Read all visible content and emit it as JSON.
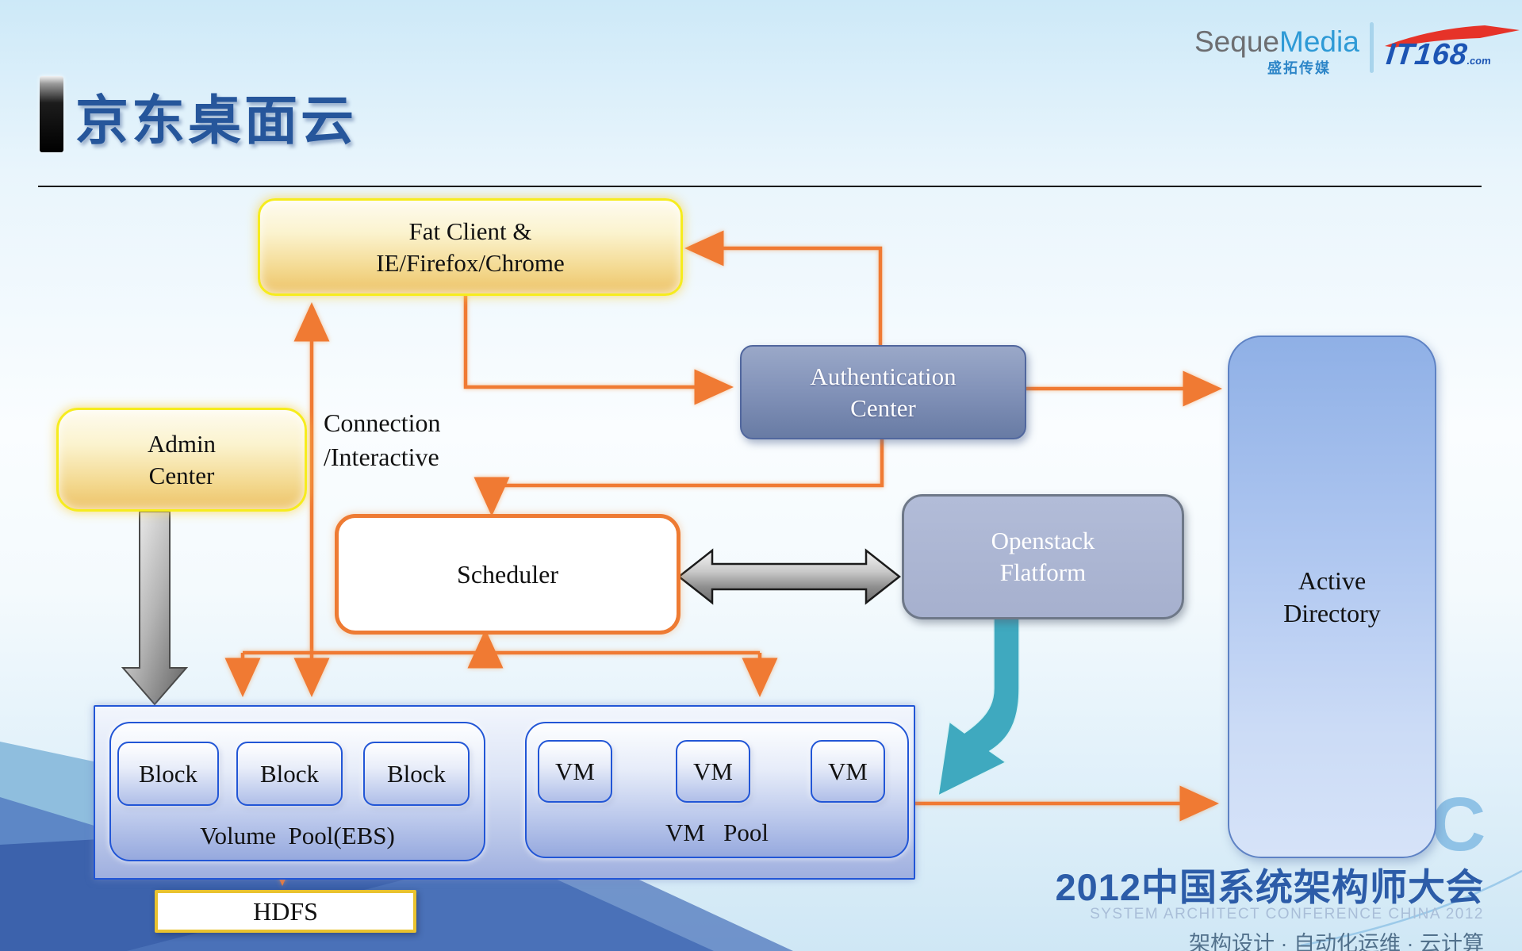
{
  "slide": {
    "title": "京东桌面云",
    "logos": {
      "seq_gray": "Seque",
      "seq_blue": "Media",
      "seq_cn": "盛拓传媒",
      "it168": "IT168",
      "dotcom": ".com"
    },
    "footer": {
      "conference_cn": "2012中国系统架构师大会",
      "conference_en": "SYSTEM ARCHITECT CONFERENCE CHINA 2012",
      "tagline": "架构设计 · 自动化运维 · 云计算",
      "watermark_letter": "C"
    }
  },
  "diagram": {
    "nodes": {
      "fat_client": {
        "label": "Fat Client &\nIE/Firefox/Chrome"
      },
      "admin": {
        "label": "Admin\nCenter"
      },
      "auth": {
        "label": "Authentication\nCenter"
      },
      "scheduler": {
        "label": "Scheduler"
      },
      "openstack": {
        "label": "Openstack\nFlatform"
      },
      "active_directory": {
        "label": "Active\nDirectory"
      },
      "volume_pool": {
        "label": "Volume  Pool(EBS)"
      },
      "vm_pool": {
        "label": "VM   Pool"
      },
      "hdfs": {
        "label": "HDFS"
      }
    },
    "blocks": [
      "Block",
      "Block",
      "Block"
    ],
    "vms": [
      "VM",
      "VM",
      "VM"
    ],
    "annotations": {
      "connection": "Connection\n/Interactive"
    },
    "colors": {
      "accent_orange": "#F07A33",
      "yellow_border": "#F6EC1E",
      "slate_fill": "#8494BA",
      "teal_arrow": "#3FA9BF",
      "blue_border": "#2256D6",
      "title_blue": "#26569B",
      "ad_fill": "#AEC6F0"
    }
  }
}
